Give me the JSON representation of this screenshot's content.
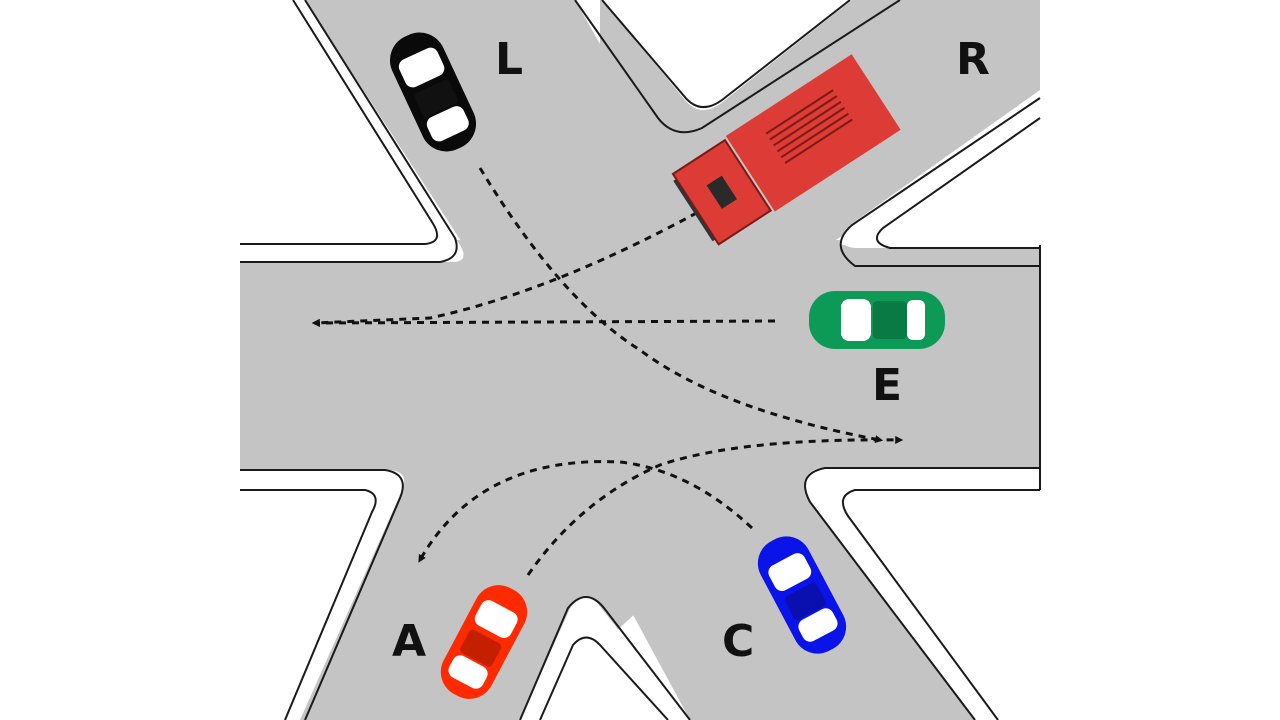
{
  "diagram": {
    "labels": {
      "L": "L",
      "R": "R",
      "E": "E",
      "A": "A",
      "C": "C"
    },
    "colors": {
      "road": "#c4c4c4",
      "curb": "#1a1a1a",
      "black_car": "#0a0a0a",
      "truck": "#dd3b35",
      "green_car": "#0d9a56",
      "red_car": "#ff2a00",
      "blue_car": "#0a14e8",
      "path": "#111111"
    }
  }
}
